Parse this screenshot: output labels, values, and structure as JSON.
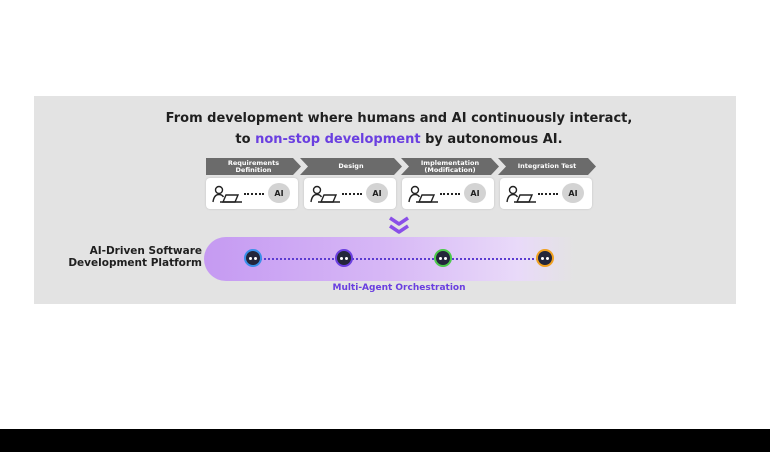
{
  "headline": {
    "line1": "From development where humans and AI continuously interact,",
    "line2_pre": "to ",
    "line2_highlight": "non-stop development",
    "line2_post": " by autonomous AI."
  },
  "stages": [
    {
      "line1": "Requirements",
      "line2": "Definition"
    },
    {
      "line1": "Design",
      "line2": ""
    },
    {
      "line1": "Implementation",
      "line2": "(Modification)"
    },
    {
      "line1": "Integration Test",
      "line2": ""
    }
  ],
  "ai_label": "AI",
  "platform": {
    "line1": "AI-Driven Software",
    "line2": "Development Platform"
  },
  "orchestration_label": "Multi-Agent Orchestration",
  "icons": {
    "human": "human-at-laptop-icon",
    "ai": "ai-badge-icon",
    "arrow": "double-chevron-down-icon",
    "agent": "robot-agent-icon"
  },
  "colors": {
    "accent": "#6a3fe0",
    "stage_bg": "#6b6b6b",
    "panel_bg": "#e3e3e3",
    "agent_rings": [
      "#3a8fe8",
      "#6a3fe0",
      "#4cc94c",
      "#f0a020"
    ]
  }
}
